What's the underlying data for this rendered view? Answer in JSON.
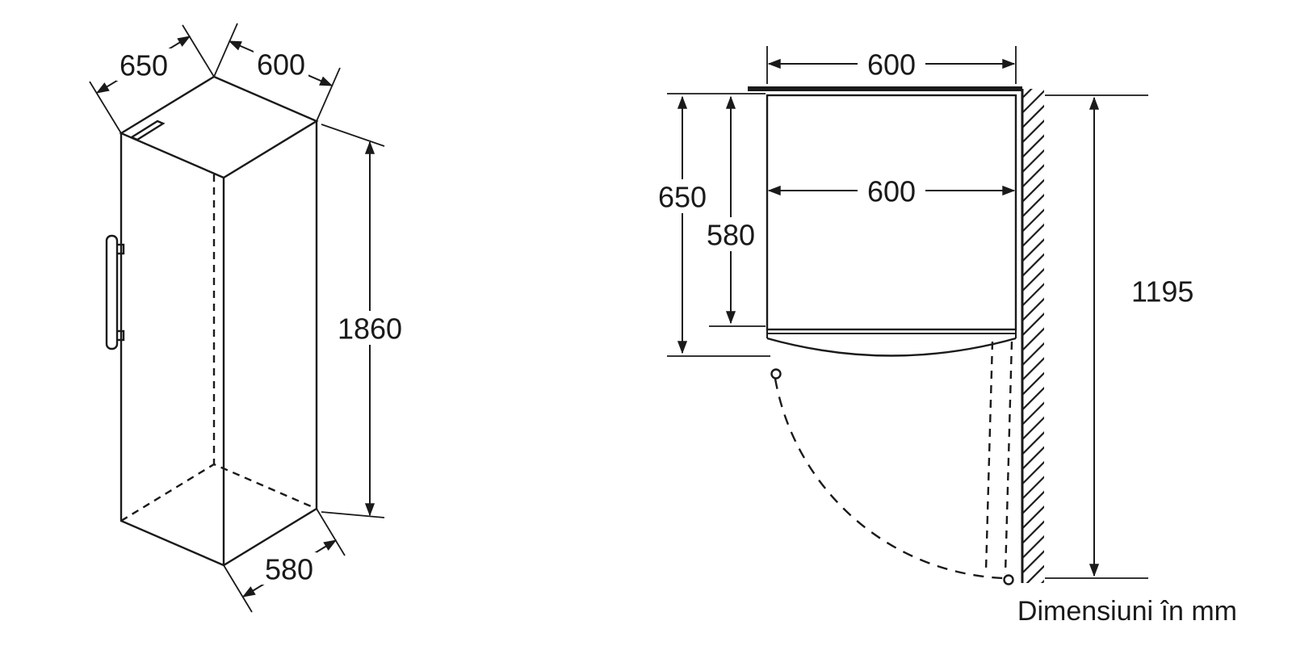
{
  "page": {
    "background": "#ffffff",
    "line_color": "#1a1a1a"
  },
  "caption": "Dimensiuni în mm",
  "isometric_view": {
    "description": "appliance-isometric-outline-view",
    "dims": {
      "depth_top": "650",
      "width_top": "600",
      "height": "1860",
      "depth_bottom": "580"
    }
  },
  "top_view": {
    "description": "appliance-top-view-with-door-swing",
    "dims": {
      "width_overall": "600",
      "depth_overall": "650",
      "depth_cabinet": "580",
      "width_inner": "600",
      "door_clearance": "1195"
    }
  }
}
